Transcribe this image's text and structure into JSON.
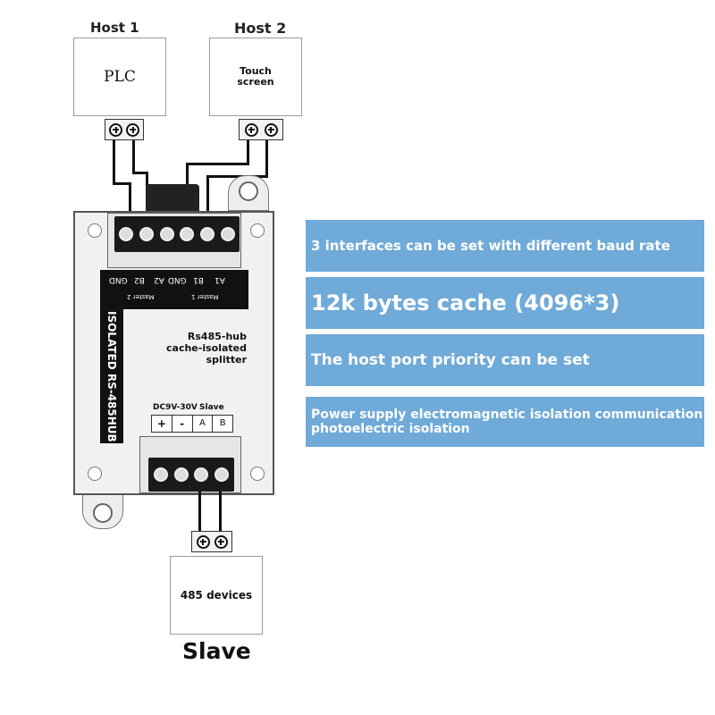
{
  "host1": {
    "title": "Host 1",
    "device": "PLC"
  },
  "host2": {
    "title": "Host 2",
    "device": "Touch\nscreen"
  },
  "module": {
    "vertical_label": "ISOLATED RS-485HUB",
    "description": [
      "Rs485-hub",
      "cache-isolated",
      "splitter"
    ],
    "top_pins": [
      "A1",
      "B1",
      "GND",
      "A2",
      "B2",
      "GND"
    ],
    "master_labels": [
      "Master 1",
      "Master 2"
    ],
    "power_label": "DC9V-30V",
    "slave_label": "Slave",
    "bottom_pins": [
      "+",
      "-",
      "A",
      "B"
    ]
  },
  "slave": {
    "device": "485 devices",
    "title": "Slave"
  },
  "features": [
    "3 interfaces can be set with different baud rate",
    "12k bytes cache (4096*3)",
    "The host port priority can be set",
    "Power supply electromagnetic isolation communication photoelectric isolation"
  ],
  "colors": {
    "banner": "#6faad8",
    "module_body": "#f1f1f1",
    "terminal_block": "#1a1a1a"
  }
}
